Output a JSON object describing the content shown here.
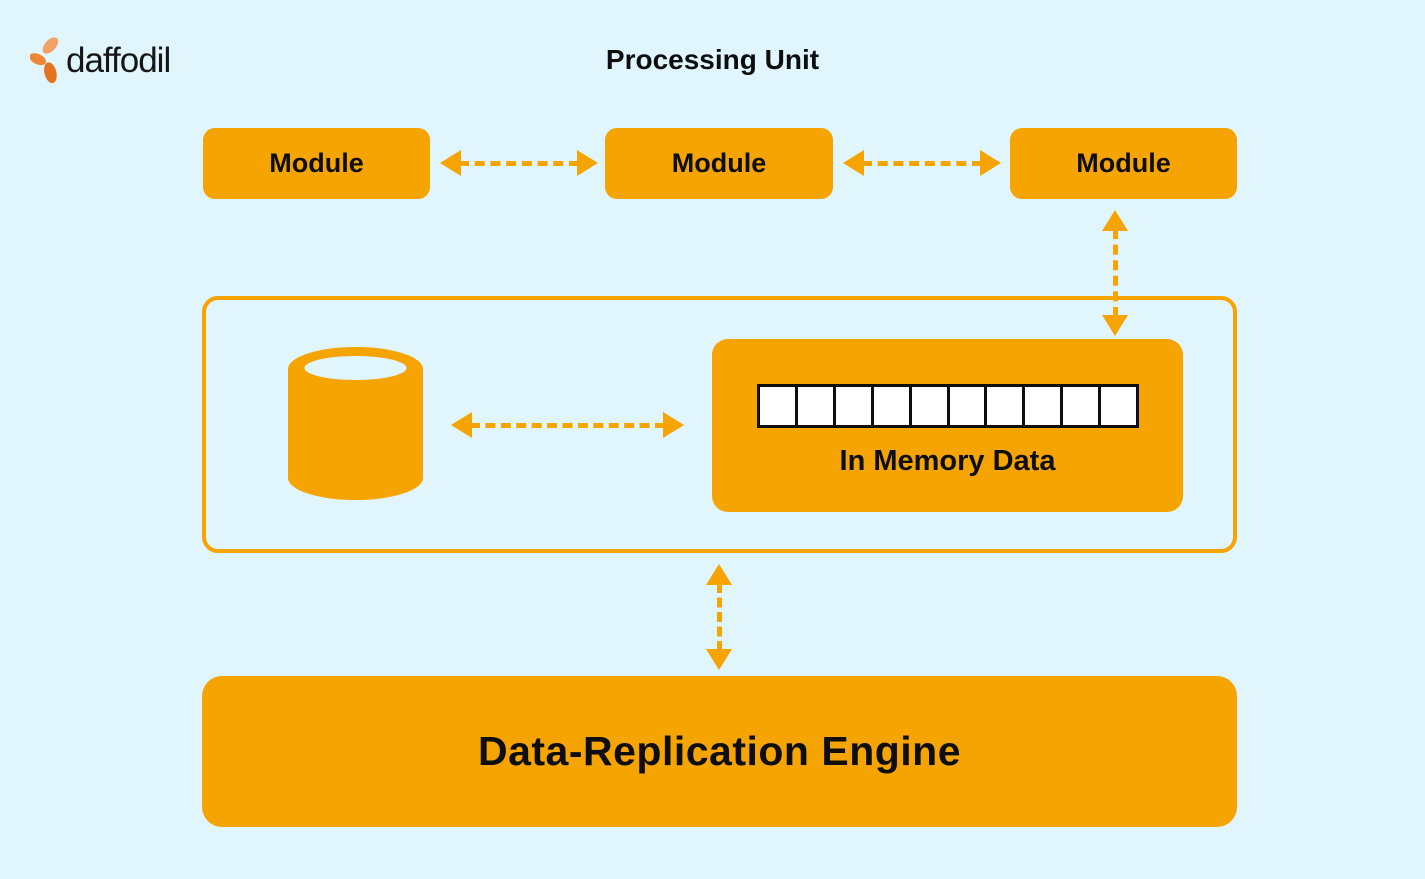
{
  "page": {
    "background": "#E0F5FC"
  },
  "logo": {
    "text": "daffodil"
  },
  "title": "Processing Unit",
  "modules": [
    {
      "label": "Module"
    },
    {
      "label": "Module"
    },
    {
      "label": "Module"
    }
  ],
  "memory_box": {
    "label": "In Memory Data",
    "cell_count": 10
  },
  "engine": {
    "label": "Data-Replication Engine"
  },
  "colors": {
    "accent_orange": "#F5A402",
    "background_blue": "#E0F5FC",
    "text": "#0E0E0E",
    "logo_petal_light": "#F2A266",
    "logo_petal_dark": "#E5731F",
    "memory_cell_fill": "#FFFFFF",
    "memory_cell_border": "#0E0E0E"
  }
}
